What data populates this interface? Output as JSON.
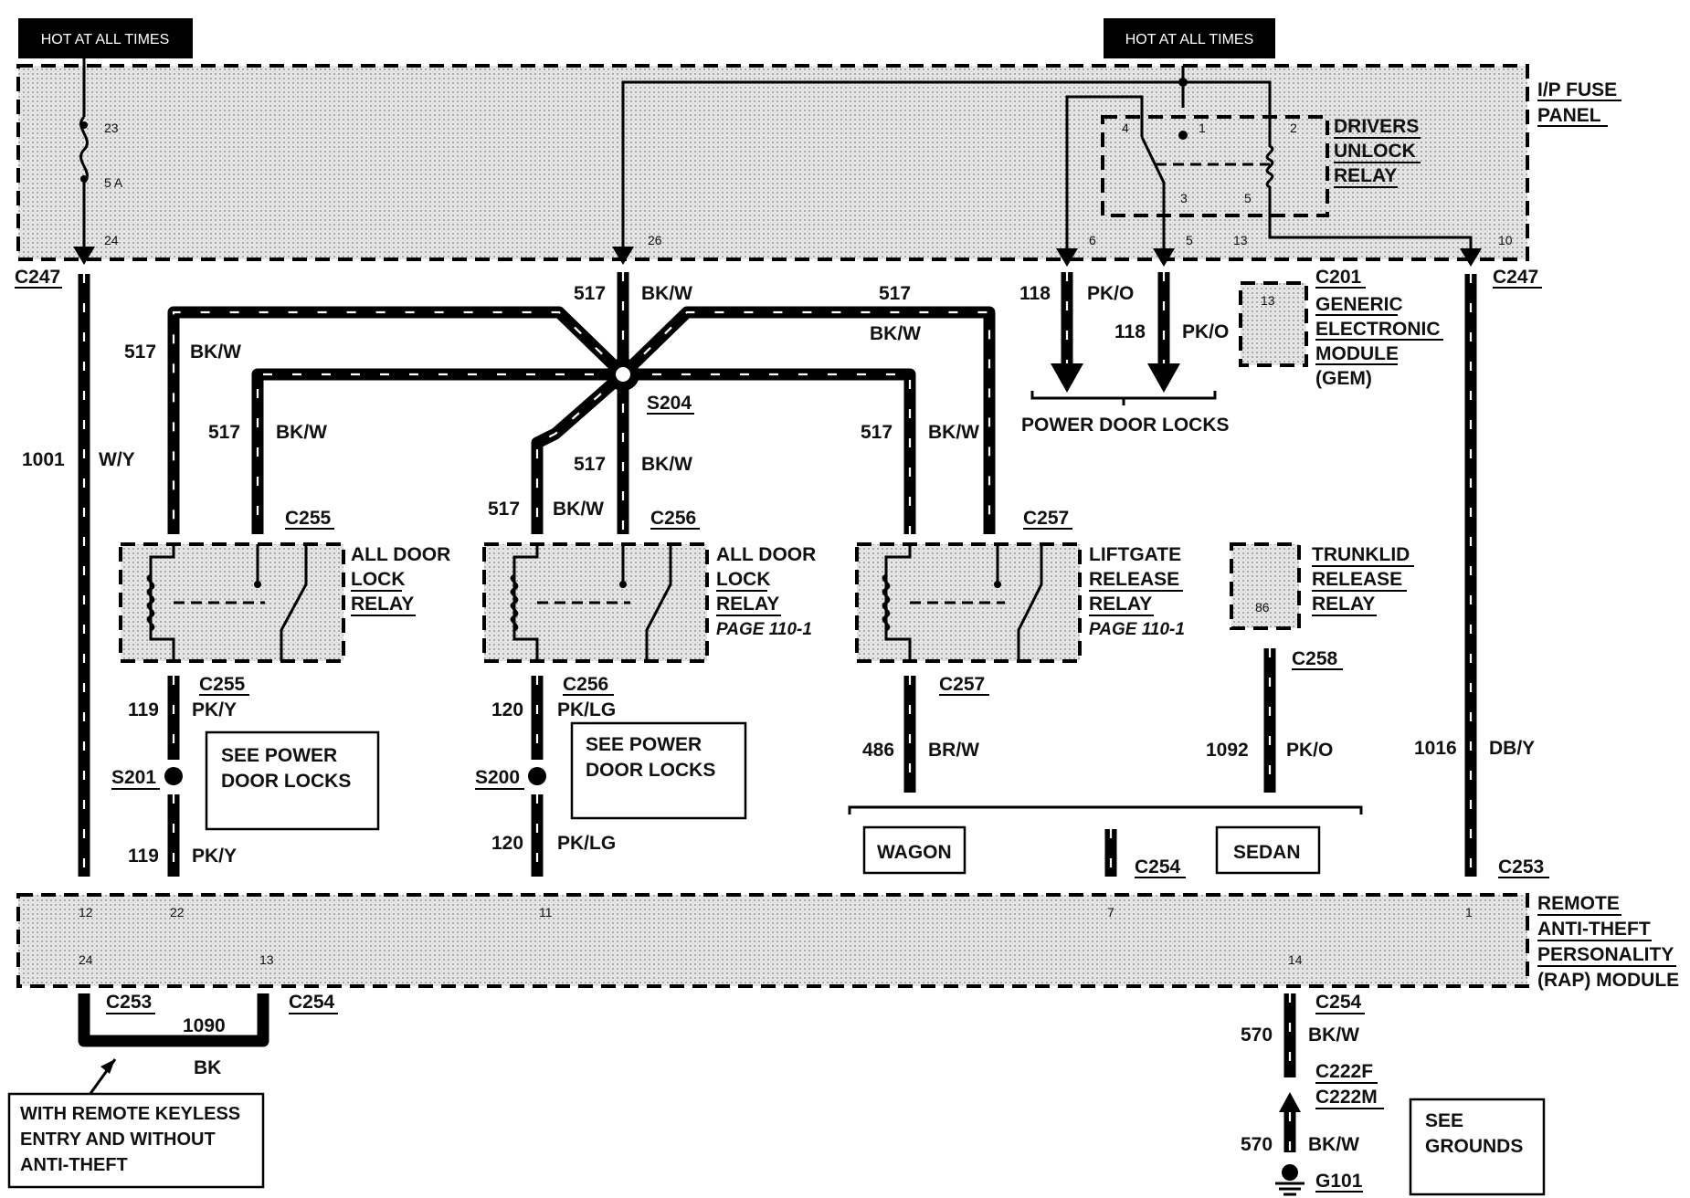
{
  "hot_labels": [
    "HOT AT ALL TIMES",
    "HOT AT ALL TIMES"
  ],
  "ip_fuse_panel": {
    "name": [
      "I/P FUSE",
      "PANEL"
    ],
    "fuse_pin_in": "23",
    "fuse_rating": "5 A",
    "fuse_pin_out": "24"
  },
  "drivers_unlock_relay": {
    "name": [
      "DRIVERS",
      "UNLOCK",
      "RELAY"
    ],
    "pins": [
      "4",
      "1",
      "2",
      "3",
      "5"
    ]
  },
  "fuse_panel_pins": [
    "26",
    "6",
    "5",
    "13",
    "10"
  ],
  "connectors": {
    "c247_left": "C247",
    "c247_right": "C247",
    "c255_top": "C255",
    "c255_bottom": "C255",
    "c256_top": "C256",
    "c256_bottom": "C256",
    "c257_top": "C257",
    "c257_bottom": "C257",
    "c258": "C258",
    "c254_mid": "C254",
    "c253_right": "C253",
    "c253_bottom": "C253",
    "c254_bottom_left": "C254",
    "c254_bottom_right": "C254",
    "c222f": "C222F",
    "c222m": "C222M",
    "g101": "G101"
  },
  "splices": {
    "s204": "S204",
    "s201": "S201",
    "s200": "S200"
  },
  "gem": {
    "connector": "C201",
    "pin": "13",
    "name": [
      "GENERIC",
      "ELECTRONIC",
      "MODULE",
      "(GEM)"
    ]
  },
  "wires": {
    "w1001": {
      "circuit": "1001",
      "color": "W/Y"
    },
    "w517_top": {
      "circuit": "517",
      "color": "BK/W"
    },
    "w517_top_right": {
      "circuit": "517",
      "color": "BK/W"
    },
    "w517_outer_left": {
      "circuit": "517",
      "color": "BK/W"
    },
    "w517_inner_left": {
      "circuit": "517",
      "color": "BK/W"
    },
    "w517_down": {
      "circuit": "517",
      "color": "BK/W"
    },
    "w517_diag": {
      "circuit": "517",
      "color": "BK/W"
    },
    "w517_inner_right": {
      "circuit": "517",
      "color": "BK/W"
    },
    "w118_a": {
      "circuit": "118",
      "color": "PK/O"
    },
    "w118_b": {
      "circuit": "118",
      "color": "PK/O"
    },
    "w119_top": {
      "circuit": "119",
      "color": "PK/Y"
    },
    "w119_bottom": {
      "circuit": "119",
      "color": "PK/Y"
    },
    "w120_top": {
      "circuit": "120",
      "color": "PK/LG"
    },
    "w120_bottom": {
      "circuit": "120",
      "color": "PK/LG"
    },
    "w486": {
      "circuit": "486",
      "color": "BR/W"
    },
    "w1092": {
      "circuit": "1092",
      "color": "PK/O"
    },
    "w1016": {
      "circuit": "1016",
      "color": "DB/Y"
    },
    "w1090": {
      "circuit": "1090",
      "color": "BK"
    },
    "w570_top": {
      "circuit": "570",
      "color": "BK/W"
    },
    "w570_bottom": {
      "circuit": "570",
      "color": "BK/W"
    }
  },
  "power_door_locks": "POWER DOOR LOCKS",
  "relays": {
    "all_door_lock_a": {
      "name": [
        "ALL DOOR",
        "LOCK",
        "RELAY"
      ]
    },
    "all_door_lock_b": {
      "name": [
        "ALL DOOR",
        "LOCK",
        "RELAY"
      ],
      "page": "PAGE 110-1"
    },
    "liftgate": {
      "name": [
        "LIFTGATE",
        "RELEASE",
        "RELAY"
      ],
      "page": "PAGE 110-1"
    },
    "trunklid": {
      "name": [
        "TRUNKLID",
        "RELEASE",
        "RELAY"
      ],
      "pin": "86"
    }
  },
  "see_power_door_locks_a": [
    "SEE POWER",
    "DOOR LOCKS"
  ],
  "see_power_door_locks_b": [
    "SEE POWER",
    "DOOR LOCKS"
  ],
  "variants": {
    "wagon": "WAGON",
    "sedan": "SEDAN"
  },
  "rap_module": {
    "name": [
      "REMOTE",
      "ANTI-THEFT",
      "PERSONALITY",
      "(RAP) MODULE"
    ],
    "top_pins": [
      "12",
      "22",
      "11",
      "7",
      "1"
    ],
    "bottom_pins": [
      "24",
      "13",
      "14"
    ]
  },
  "keyless_note": [
    "WITH REMOTE KEYLESS",
    "ENTRY AND WITHOUT",
    "ANTI-THEFT"
  ],
  "see_grounds": [
    "SEE",
    "GROUNDS"
  ]
}
